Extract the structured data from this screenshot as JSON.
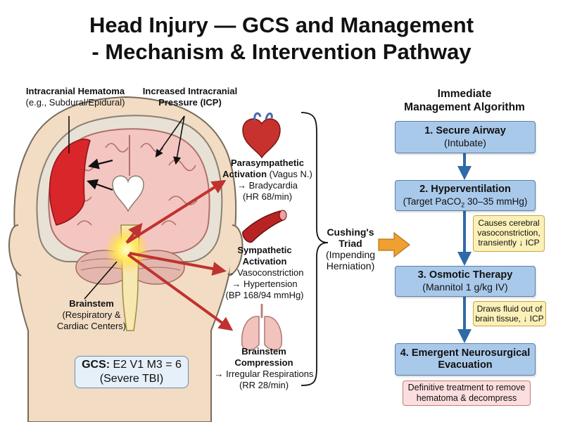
{
  "title": {
    "line1": "Head Injury — GCS and Management",
    "line2": "- Mechanism & Intervention Pathway"
  },
  "labels": {
    "hematoma_title": "Intracranial Hematoma",
    "hematoma_sub": "(e.g., Subdural/Epidural)",
    "icp_line1": "Increased Intracranial",
    "icp_line2": "Pressure (ICP)",
    "brainstem_title": "Brainstem",
    "brainstem_sub1": "(Respiratory &",
    "brainstem_sub2": "Cardiac Centers)",
    "gcs_label": "GCS:",
    "gcs_value": "E2 V1 M3 = 6",
    "gcs_severity": "(Severe TBI)"
  },
  "triad_items": [
    {
      "title1": "Parasympathetic",
      "title2": "Activation",
      "title_suffix": "(Vagus N.)",
      "effect": "→ Bradycardia",
      "value": "(HR 68/min)",
      "icon": "heart-icon"
    },
    {
      "title1": "Sympathetic",
      "title2": "Activation",
      "effect1": "→ Vasoconstriction",
      "effect2": "→ Hypertension",
      "value": "(BP 168/94 mmHg)",
      "icon": "artery-icon"
    },
    {
      "title1": "Brainstem",
      "title2": "Compression",
      "effect": "→ Irregular Respirations",
      "value": "(RR 28/min)",
      "icon": "lungs-icon"
    }
  ],
  "cushing": {
    "line1": "Cushing's",
    "line2": "Triad",
    "line3": "(Impending",
    "line4": "Herniation)"
  },
  "algorithm": {
    "title1": "Immediate",
    "title2": "Management Algorithm",
    "steps": [
      {
        "title": "1. Secure Airway",
        "detail": "(Intubate)"
      },
      {
        "title": "2. Hyperventilation",
        "detail_pre": "(Target PaCO",
        "detail_sub": "2",
        "detail_post": " 30–35 mmHg)"
      },
      {
        "title": "3. Osmotic Therapy",
        "detail": "(Mannitol 1 g/kg IV)"
      },
      {
        "title1": "4. Emergent Neurosurgical",
        "title2": "Evacuation"
      }
    ],
    "notes": [
      {
        "line1": "Causes cerebral",
        "line2": "vasoconstriction,",
        "line3": "transiently ↓ ICP"
      },
      {
        "line1": "Draws fluid out of",
        "line2": "brain tissue, ↓ ICP"
      }
    ],
    "definitive": {
      "line1": "Definitive treatment to remove",
      "line2": "hematoma & decompress"
    }
  },
  "colors": {
    "step_fill": "#a9c9ea",
    "step_border": "#5b7fa8",
    "flow_arrow": "#2f6aa8",
    "note_fill": "#fbf0b8",
    "definitive_fill": "#fcdede",
    "hematoma": "#d9262b",
    "triad_arrow": "#c0322f",
    "cushing_arrow": "#f0a030"
  }
}
